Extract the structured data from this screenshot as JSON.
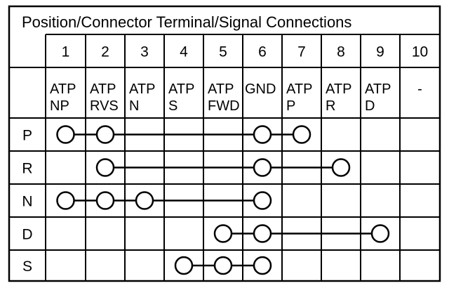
{
  "table": {
    "title": "Position/Connector Terminal/Signal Connections",
    "terminals": [
      {
        "number": "1",
        "signal_line1": "ATP",
        "signal_line2": "NP"
      },
      {
        "number": "2",
        "signal_line1": "ATP",
        "signal_line2": "RVS"
      },
      {
        "number": "3",
        "signal_line1": "ATP",
        "signal_line2": "N"
      },
      {
        "number": "4",
        "signal_line1": "ATP",
        "signal_line2": "S"
      },
      {
        "number": "5",
        "signal_line1": "ATP",
        "signal_line2": "FWD"
      },
      {
        "number": "6",
        "signal_line1": "GND",
        "signal_line2": ""
      },
      {
        "number": "7",
        "signal_line1": "ATP",
        "signal_line2": "P"
      },
      {
        "number": "8",
        "signal_line1": "ATP",
        "signal_line2": "R"
      },
      {
        "number": "9",
        "signal_line1": "ATP",
        "signal_line2": "D"
      },
      {
        "number": "10",
        "signal_line1": "-",
        "signal_line2": ""
      }
    ],
    "positions": [
      {
        "label": "P",
        "connected_terminals": [
          1,
          2,
          6,
          7
        ]
      },
      {
        "label": "R",
        "connected_terminals": [
          2,
          6,
          8
        ]
      },
      {
        "label": "N",
        "connected_terminals": [
          1,
          2,
          3,
          6
        ]
      },
      {
        "label": "D",
        "connected_terminals": [
          5,
          6,
          9
        ]
      },
      {
        "label": "S",
        "connected_terminals": [
          4,
          5,
          6
        ]
      }
    ]
  }
}
